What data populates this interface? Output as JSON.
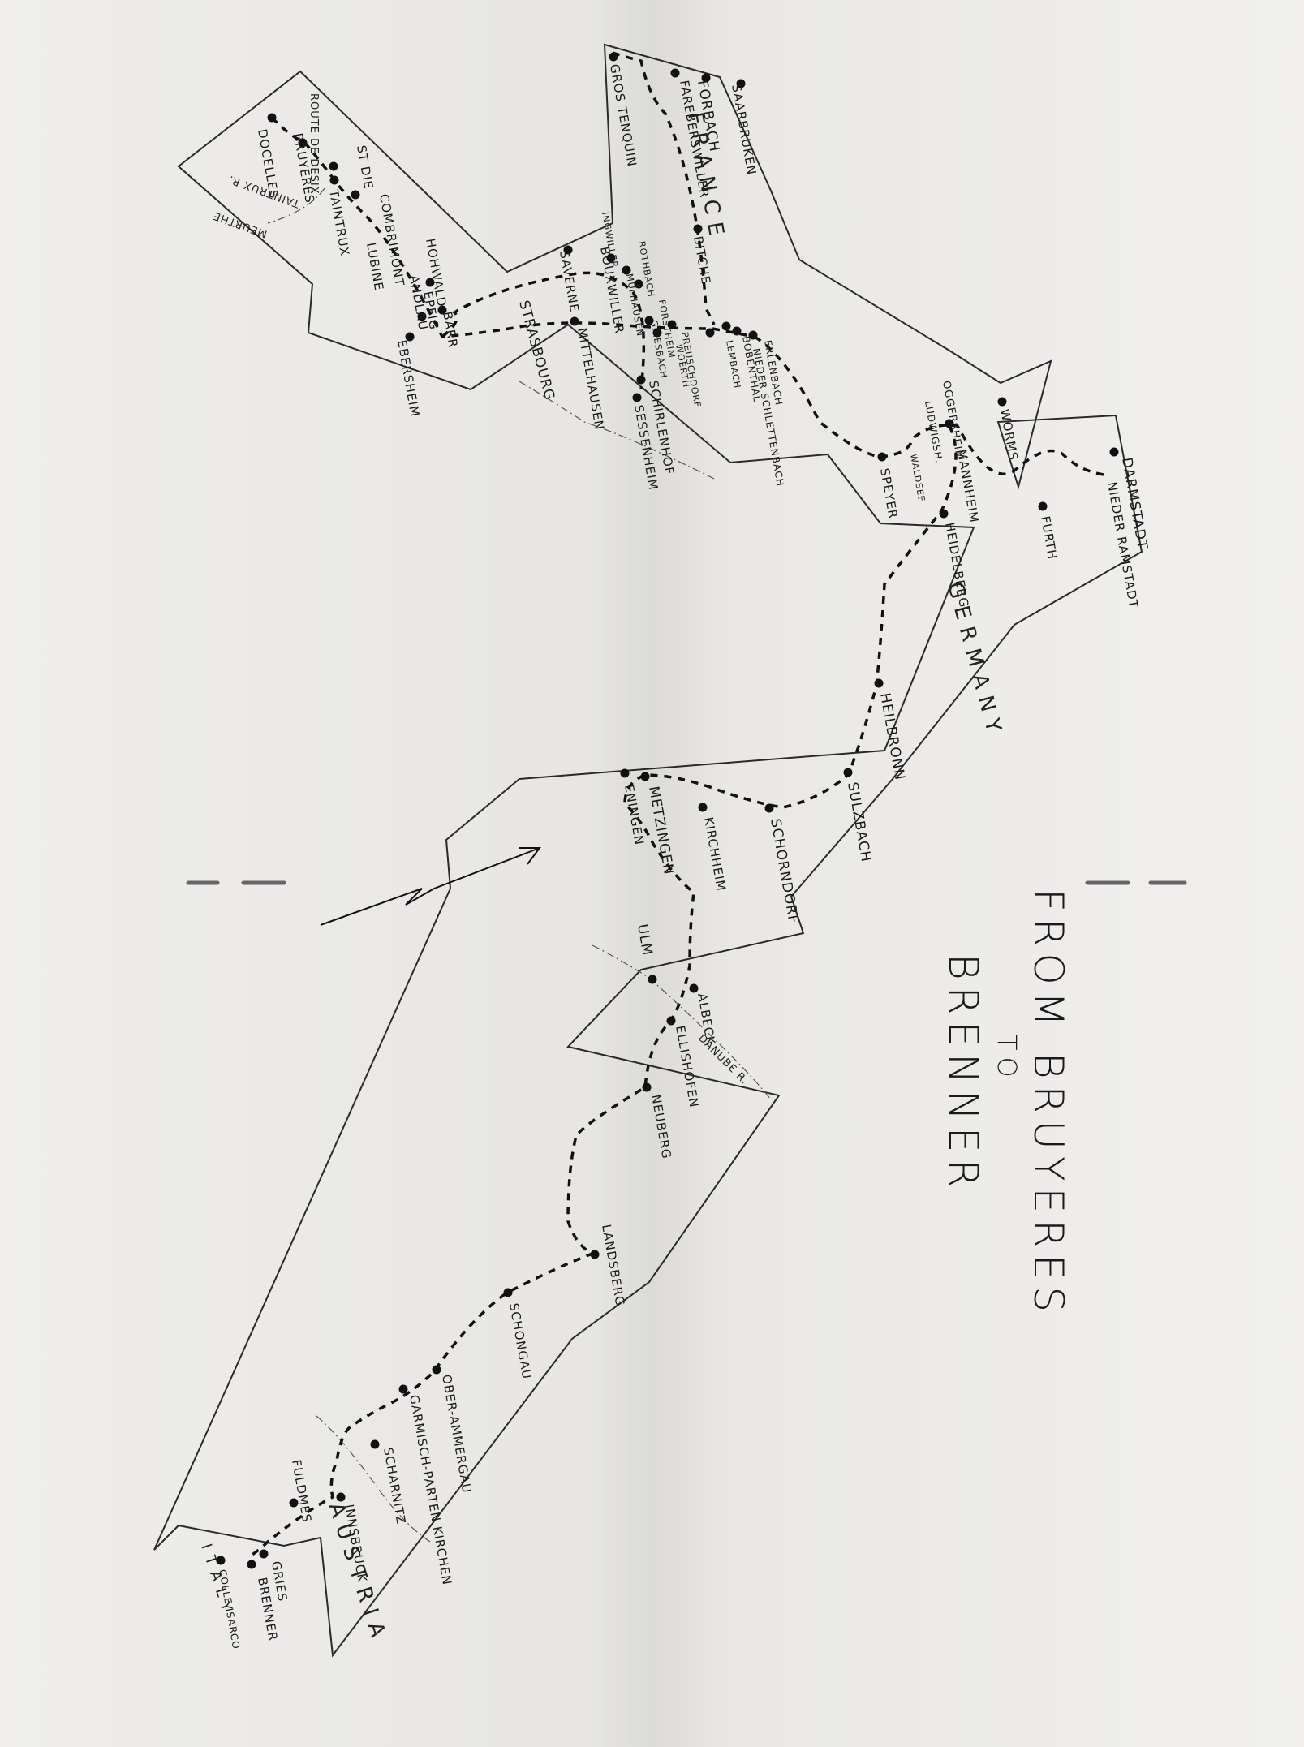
{
  "title": {
    "line1": "FROM BRUYERES",
    "line2": "TO",
    "line3": "BRENNER"
  },
  "countries": {
    "france": "FRANCE",
    "germany": "GERMANY",
    "austria": "AUSTRIA",
    "italy": "ITALY"
  },
  "rivers": {
    "danube": "DANUBE R.",
    "taintrux": "TAINTRUX R.",
    "meurthe": "MEURTHE"
  },
  "route_label": "ROUTE DE DESIX",
  "towns": {
    "docelles": "DOCELLES",
    "bruyeres": "BRUYERES",
    "st_die": "ST DIE",
    "taintrux": "TAINTRUX",
    "combrimont": "COMBRIMONT",
    "lubine": "LUBINE",
    "hohwald": "HOHWALD",
    "andlau": "ANDLAU",
    "epfig": "EPFIG",
    "barr": "BARR",
    "ebersheim": "EBERSHEIM",
    "strasbourg": "STRASBOURG",
    "saverne": "SAVERNE",
    "mittelhausen": "MITTELHAUSEN",
    "bouxwiller": "BOUXWILLER",
    "ingwiller": "INGWILLER",
    "bitche": "BITCHE",
    "rothbach": "ROTHBACH",
    "mulhausen": "MULHAUSEN",
    "forstheim": "FORSTHEIM",
    "griesbach": "GRIESBACH",
    "preuschdorf": "PREUSCHDORF",
    "woerth": "WOERTH",
    "lembach": "LEMBACH",
    "schirlenhof": "SCHIRLENHOF",
    "sessenheim": "SESSENHEIM",
    "erlenbach": "ERLENBACH",
    "bobenthal": "BOBENTHAL",
    "nieder_schlettenbach": "NIEDER SCHLETTENBACH",
    "gros_tenquin": "GROS TENQUIN",
    "forbach": "FORBACH",
    "farebersviller": "FAREBERSWILLER",
    "saarbrucken": "SAARBRUKEN",
    "speyer": "SPEYER",
    "ludwigshafen": "LUDWIGSH.",
    "waldsee": "WALDSEE",
    "oggersheim": "OGGERSHEIM",
    "mannheim": "MANNHEIM",
    "worms": "WORMS",
    "heidelberg": "HEIDELBERG",
    "darmstadt": "DARMSTADT",
    "nieder_ramstadt": "NIEDER RAMSTADT",
    "furth": "FURTH",
    "heilbronn": "HEILBRONN",
    "sulzbach": "SULZBACH",
    "schorndorf": "SCHORNDORF",
    "kirchheim": "KIRCHHEIM",
    "metzingen": "METZINGEN",
    "eningen": "ENINGEN",
    "ulm": "ULM",
    "albeck": "ALBECK",
    "ellishofen": "ELLISHOFEN",
    "neuberg": "NEUBERG",
    "landsberg": "LANDSBERG",
    "schongau": "SCHONGAU",
    "oberammergau": "OBER-AMMERGAU",
    "garmisch": "GARMISCH-PARTEN KIRCHEN",
    "scharnitz": "SCHARNITZ",
    "innsbruck": "INNSBRUCK",
    "fuldmes": "FULDMES",
    "gries": "GRIES",
    "brenner": "BRENNER",
    "colle_isarco": "COLLE ISARCO"
  }
}
